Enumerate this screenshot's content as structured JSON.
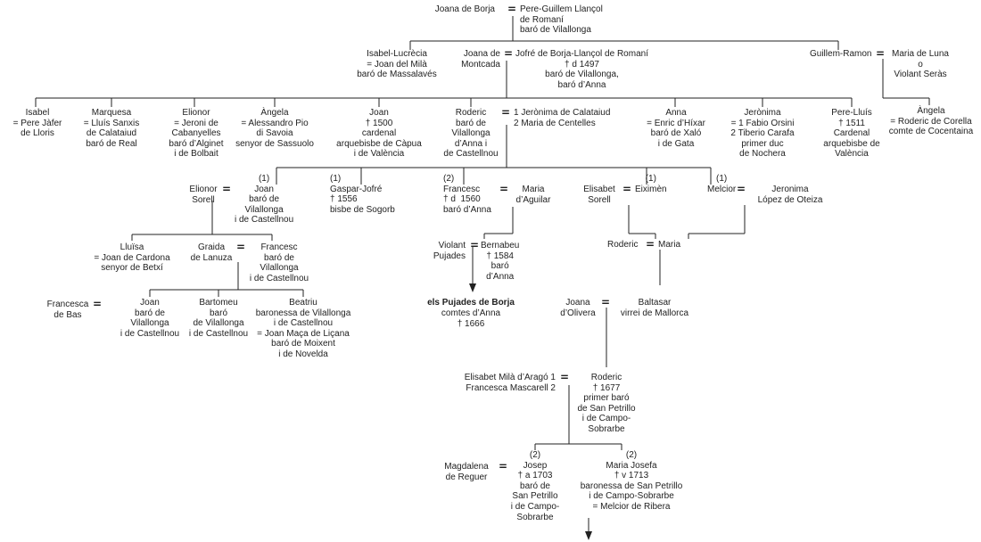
{
  "people": {
    "joana_borja": "Joana de Borja",
    "pere_guillem": "Pere-Guillem Llançol\nde Romaní\nbaró de Vilallonga",
    "isabel_lucrecia": "Isabel-Lucrècia\n= Joan del Milà\nbaró de Massalavés",
    "joana_montcada": "Joana de\nMontcada",
    "jofre": "Jofré de Borja-Llançol de Romaní\n† d 1497\nbaró de Vilallonga,\nbaró d’Anna",
    "guillem_ramon": "Guillem-Ramon",
    "maria_luna": "Maria de Luna\no\nViolant Seràs",
    "angela_corella": "Àngela\n= Roderic de Corella\ncomte de Cocentaina",
    "isabel": "Isabel\n= Pere Jàfer\nde Lloris",
    "marquesa": "Marquesa\n= Lluís Sanxis\nde Calataiud\nbaró de Real",
    "elionor_cab": "Elionor\n= Jeroni de\nCabanyelles\nbaró d’Alginet\ni de Bolbait",
    "angela_pio": "Àngela\n= Alessandro Pio\ndi Savoia\nsenyor de Sassuolo",
    "joan_1500": "Joan\n† 1500\ncardenal\narquebisbe de Càpua\ni de València",
    "roderic_anna": "Roderic\nbaró de\nVilallonga\nd’Anna i\nde Castellnou",
    "roderic_wives": "1 Jerònima de Calataiud\n2 Maria de Centelles",
    "anna": "Anna\n= Enric d’Híxar\nbaró de Xaló\ni de Gata",
    "jeronima": "Jerònima\n= 1 Fabio Orsini\n2 Tiberio Carafa\nprimer duc\nde Nochera",
    "pere_lluis": "Pere-Lluís\n† 1511\nCardenal\narquebisbe de\nValència",
    "elionor_sorell": "Elionor\nSorell",
    "joan_castellnou": "(1)\nJoan\nbaró de\nVilallonga\ni de Castellnou",
    "gaspar_jofre": "(1)\nGaspar-Jofré\n† 1556\nbisbe de Sogorb",
    "francesc_1560": "(2)\nFrancesc\n† d  1560\nbaró d’Anna",
    "maria_aguilar": "Maria\nd’Aguilar",
    "elisabet_sorell": "Elisabet\nSorell",
    "eiximen": "(1)\nEiximèn",
    "melcior": "(1)\nMelcior",
    "jeronima_oteiza": "Jeronima\nLópez de Oteiza",
    "lluisa": "Lluïsa\n= Joan de Cardona\nsenyor de Betxí",
    "graida": "Graida\nde Lanuza",
    "francesc_castellnou": "Francesc\nbaró de\nVilallonga\ni de Castellnou",
    "violant": "Violant\nPujades",
    "bernabeu": "Bernabeu\n† 1584\nbaró\nd’Anna",
    "roderic_maria": "Roderic",
    "maria": "Maria",
    "francesca_bas": "Francesca\nde Bas",
    "joan_b": "Joan\nbaró de\nVilallonga\ni de Castellnou",
    "bartomeu": "Bartomeu\nbaró\nde Vilallonga\ni de Castellnou",
    "beatriu": "Beatriu\nbaronessa de Vilallonga\ni de Castellnou\n= Joan Maça de Liçana\nbaró de Moixent\ni de Novelda",
    "pujades_bold": "els Pujades de Borja",
    "pujades_rest": "comtes d’Anna\n† 1666",
    "joana_olivera": "Joana\nd’Olivera",
    "baltasar": "Baltasar\nvirrei de Mallorca",
    "elisabet_mila": "Elisabet Milà d’Aragó 1\nFrancesca Mascarell 2",
    "roderic_1677": "Roderic\n† 1677\nprimer baró\nde San Petrillo\ni de Campo-\nSobrarbe",
    "magdalena": "Magdalena\nde Reguer",
    "josep": "(2)\nJosep\n† a 1703\nbaró de\nSan Petrillo\ni de Campo-\nSobrarbe",
    "maria_josefa": "(2)\nMaria Josefa\n† v 1713\nbaronessa de San Petrillo\ni de Campo-Sobrarbe\n= Melcior de Ribera"
  },
  "marriage_symbol": "=",
  "colors": {
    "ink": "#222222",
    "background": "#ffffff"
  }
}
